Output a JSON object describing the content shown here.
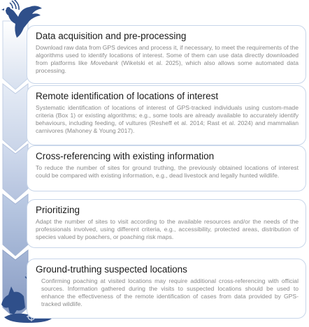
{
  "steps": [
    {
      "title": "Data acquisition and pre-processing",
      "text_before": "Download raw data from GPS devices and process it, if necessary, to meet the requirements of the algorithms used to identify locations of interest. Some of them can use data directly downloaded from platforms like ",
      "text_italic": "Movebank",
      "text_after": " (Wikelski et al. 2025), which also allows some automated data processing."
    },
    {
      "title": "Remote identification of locations of interest",
      "text": "Systematic identification of locations of interest of GPS-tracked individuals using custom-made criteria (Box 1) or existing algorithms; e.g., some tools are already available to accurately identify behaviours, including feeding, of vultures (Resheff et al. 2014; Rast et al. 2024) and mammalian carnivores (Mahoney & Young 2017)."
    },
    {
      "title": "Cross-referencing with existing information",
      "text": "To reduce the number of sites for ground truthing, the previously obtained locations of interest could be compared with existing information, e.g., dead livestock and legally hunted wildlife."
    },
    {
      "title": "Prioritizing",
      "text": "Adapt the number of sites to visit according to the available resources and/or the needs of the professionals involved, using different criteria, e.g., accessibility, protected areas, distribution of species valued by poachers, or poaching risk maps."
    },
    {
      "title": "Ground-truthing suspected locations",
      "text": "Confirming poaching at visited locations may require additional cross-referencing with official sources. Information gathered during the visits to suspected locations should be used to enhance the effectiveness of the remote identification of cases from data provided by GPS-tracked wildlife."
    }
  ],
  "colors": {
    "chevron_light": "#e4ebf6",
    "chevron_dark": "#8fa2c7",
    "silhouette": "#2f4f8a",
    "box_border": "#c8d6ea",
    "title_text": "#1a1a1a",
    "body_text": "#8a8a8a"
  },
  "icons": [
    "vulture-with-signal-icon",
    "wolf-vulture-carcass-icon",
    "crosshair-icon"
  ]
}
